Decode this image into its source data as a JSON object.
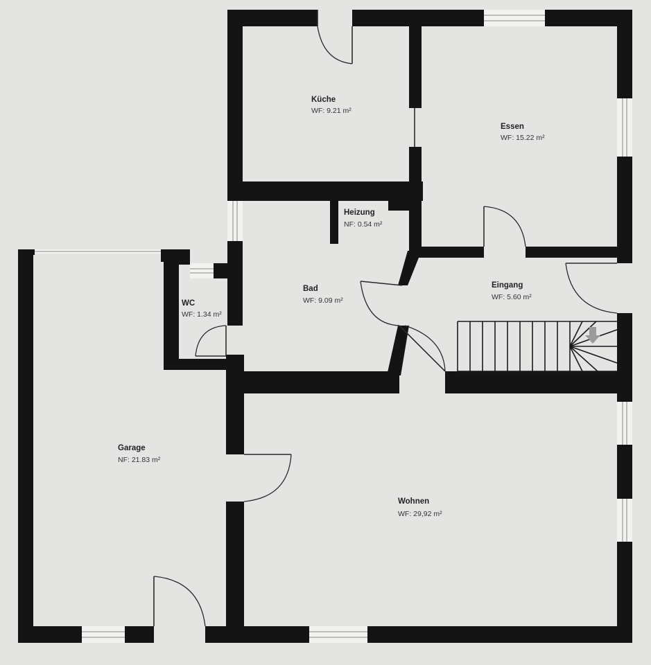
{
  "floorplan": {
    "rooms": [
      {
        "id": "kueche",
        "name": "Küche",
        "area": "WF: 9.21 m²"
      },
      {
        "id": "essen",
        "name": "Essen",
        "area": "WF: 15.22 m²"
      },
      {
        "id": "heizung",
        "name": "Heizung",
        "area": "NF: 0.54 m²"
      },
      {
        "id": "bad",
        "name": "Bad",
        "area": "WF: 9.09 m²"
      },
      {
        "id": "eingang",
        "name": "Eingang",
        "area": "WF: 5.60 m²"
      },
      {
        "id": "wc",
        "name": "WC",
        "area": "WF: 1.34 m²"
      },
      {
        "id": "garage",
        "name": "Garage",
        "area": "NF: 21.83 m²"
      },
      {
        "id": "wohnen",
        "name": "Wohnen",
        "area": "WF: 29,92 m²"
      }
    ],
    "colors": {
      "wall": "#141414",
      "floor": "#e4e4e2",
      "window": "#f2f2f0"
    },
    "icons": [
      "door-swing-icon",
      "window-icon",
      "staircase-icon",
      "down-arrow-icon"
    ]
  }
}
